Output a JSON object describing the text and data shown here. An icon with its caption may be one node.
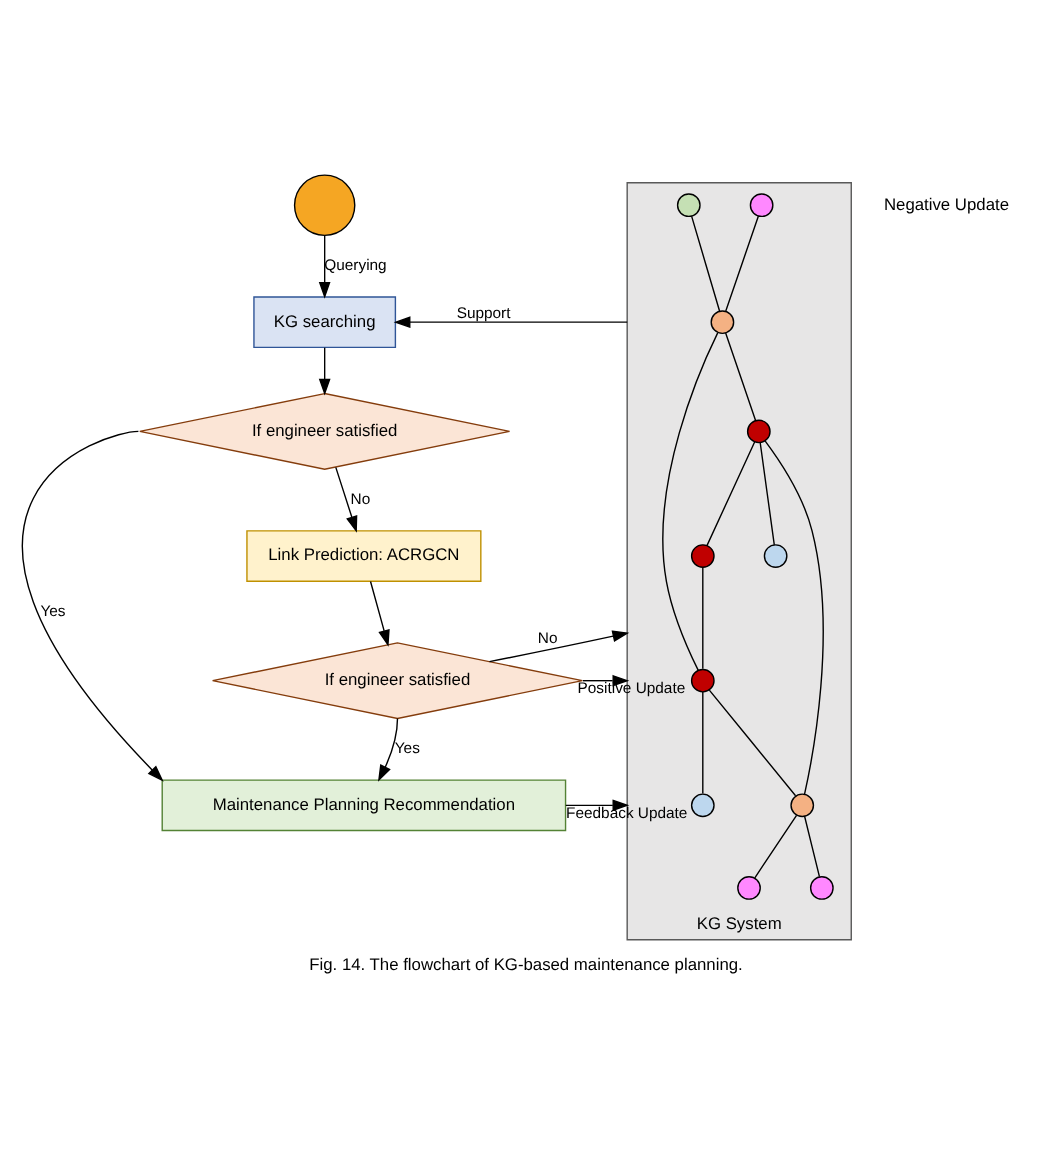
{
  "diagram": {
    "caption": "Fig. 14. The flowchart of KG-based maintenance planning.",
    "nodes": [
      {
        "text": [],
        "shape": "person"
      },
      {
        "text": [
          "KG searching"
        ]
      },
      {
        "text": [
          "If engineer satisfied"
        ]
      },
      {
        "text": [
          "Link Prediction: ACRGCN"
        ]
      },
      {
        "text": [
          "If engineer satisfied"
        ]
      },
      {
        "text": [
          "KG System"
        ]
      },
      {
        "text": [
          "Maintenance Planning Recommendation"
        ]
      },
      {
        "text": [],
        "shape": "circle",
        "in": 5
      },
      {
        "text": [],
        "shape": "circle",
        "in": 5
      },
      {
        "text": [],
        "shape": "circle",
        "in": 5
      },
      {
        "text": [],
        "shape": "circle",
        "in": 5
      },
      {
        "text": [],
        "shape": "circle",
        "in": 5
      },
      {
        "text": [],
        "shape": "circle",
        "in": 5
      },
      {
        "text": [],
        "shape": "circle",
        "in": 5
      },
      {
        "text": [],
        "shape": "circle",
        "in": 5
      },
      {
        "text": [],
        "shape": "circle",
        "in": 5
      },
      {
        "text": [],
        "shape": "circle",
        "in": 5
      },
      {
        "text": [],
        "shape": "circle",
        "in": 5
      }
    ],
    "edges": [
      {
        "from": 0,
        "to": 1,
        "arrow": "to",
        "label": "Querying"
      },
      {
        "from": 5,
        "to": 1,
        "arrow": "to",
        "label": "Support"
      },
      {
        "from": 1,
        "to": 2,
        "arrow": "to"
      },
      {
        "from": 2,
        "to": 3,
        "arrow": "to",
        "label": "No"
      },
      {
        "from": 2,
        "to": 6,
        "arrow": "to",
        "label": "Yes"
      },
      {
        "from": 3,
        "to": 4,
        "arrow": "to"
      },
      {
        "from": 4,
        "to": 5,
        "arrow": "to",
        "label": "No"
      },
      {
        "from": 4,
        "to": 6,
        "arrow": "to",
        "label": "Yes"
      },
      {
        "from": 4,
        "to": 5,
        "arrow": "to",
        "label": "Positive Update"
      },
      {
        "from": 6,
        "to": 5,
        "arrow": "to",
        "label": "Feedback Update"
      },
      {
        "from": 7,
        "to": 9,
        "arrow": "none"
      },
      {
        "from": 8,
        "to": 9,
        "arrow": "none"
      },
      {
        "from": 9,
        "to": 10,
        "arrow": "none"
      },
      {
        "from": 9,
        "to": 14,
        "arrow": "none"
      },
      {
        "from": 10,
        "to": 11,
        "arrow": "none"
      },
      {
        "from": 10,
        "to": 13,
        "arrow": "none"
      },
      {
        "from": 10,
        "to": 15,
        "arrow": "none"
      },
      {
        "from": 13,
        "to": 14,
        "arrow": "none"
      },
      {
        "from": 14,
        "to": 15,
        "arrow": "none"
      },
      {
        "from": 14,
        "to": 16,
        "arrow": "none"
      },
      {
        "from": 15,
        "to": 12,
        "arrow": "none"
      },
      {
        "from": 15,
        "to": 17,
        "arrow": "none"
      }
    ],
    "labels": [
      "Negative Update"
    ]
  }
}
